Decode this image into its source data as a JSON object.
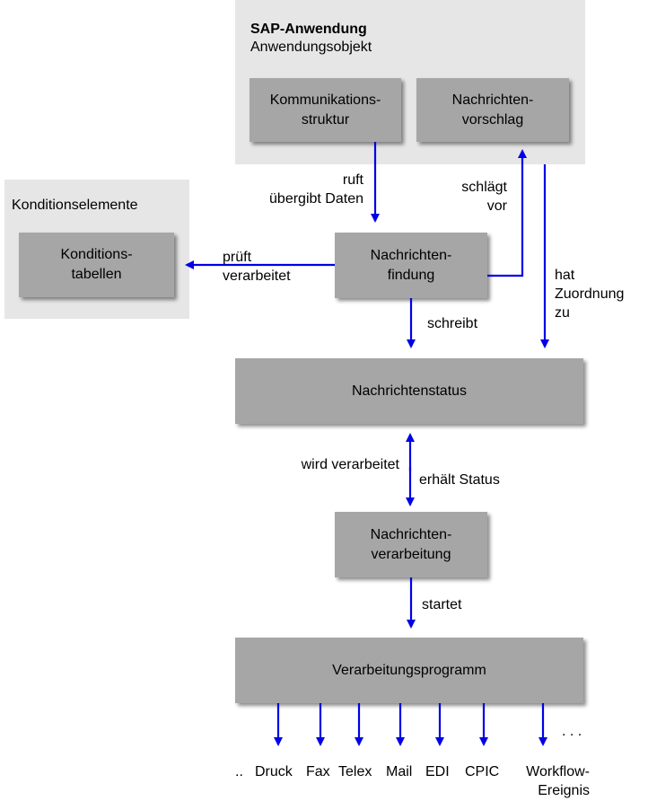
{
  "app_panel": {
    "title": "SAP-Anwendung",
    "subtitle": "Anwendungsobjekt"
  },
  "condition_panel": {
    "title": "Konditionselemente"
  },
  "boxes": {
    "kommunikation": [
      "Kommunikations-",
      "struktur"
    ],
    "vorschlag": [
      "Nachrichten-",
      "vorschlag"
    ],
    "konditionstabellen": [
      "Konditions-",
      "tabellen"
    ],
    "findung": [
      "Nachrichten-",
      "findung"
    ],
    "status": "Nachrichtenstatus",
    "verarbeitung": [
      "Nachrichten-",
      "verarbeitung"
    ],
    "programm": "Verarbeitungsprogramm"
  },
  "edges": {
    "ruft": [
      "ruft",
      "übergibt Daten"
    ],
    "schlaegt": [
      "schlägt",
      "vor"
    ],
    "prueft": [
      "prüft",
      "verarbeitet"
    ],
    "zuordnung": [
      "hat",
      "Zuordnung",
      "zu"
    ],
    "schreibt": "schreibt",
    "wird_verarbeitet": "wird verarbeitet",
    "erhaelt_status": "erhält Status",
    "startet": "startet"
  },
  "outputs": [
    "..",
    "Druck",
    "Fax",
    "Telex",
    "Mail",
    "EDI",
    "CPIC",
    "Workflow-",
    "Ereignis",
    ". . ."
  ],
  "colors": {
    "arrow": "#0000e6",
    "box": "#a6a6a6",
    "panel": "#e6e6e6"
  }
}
